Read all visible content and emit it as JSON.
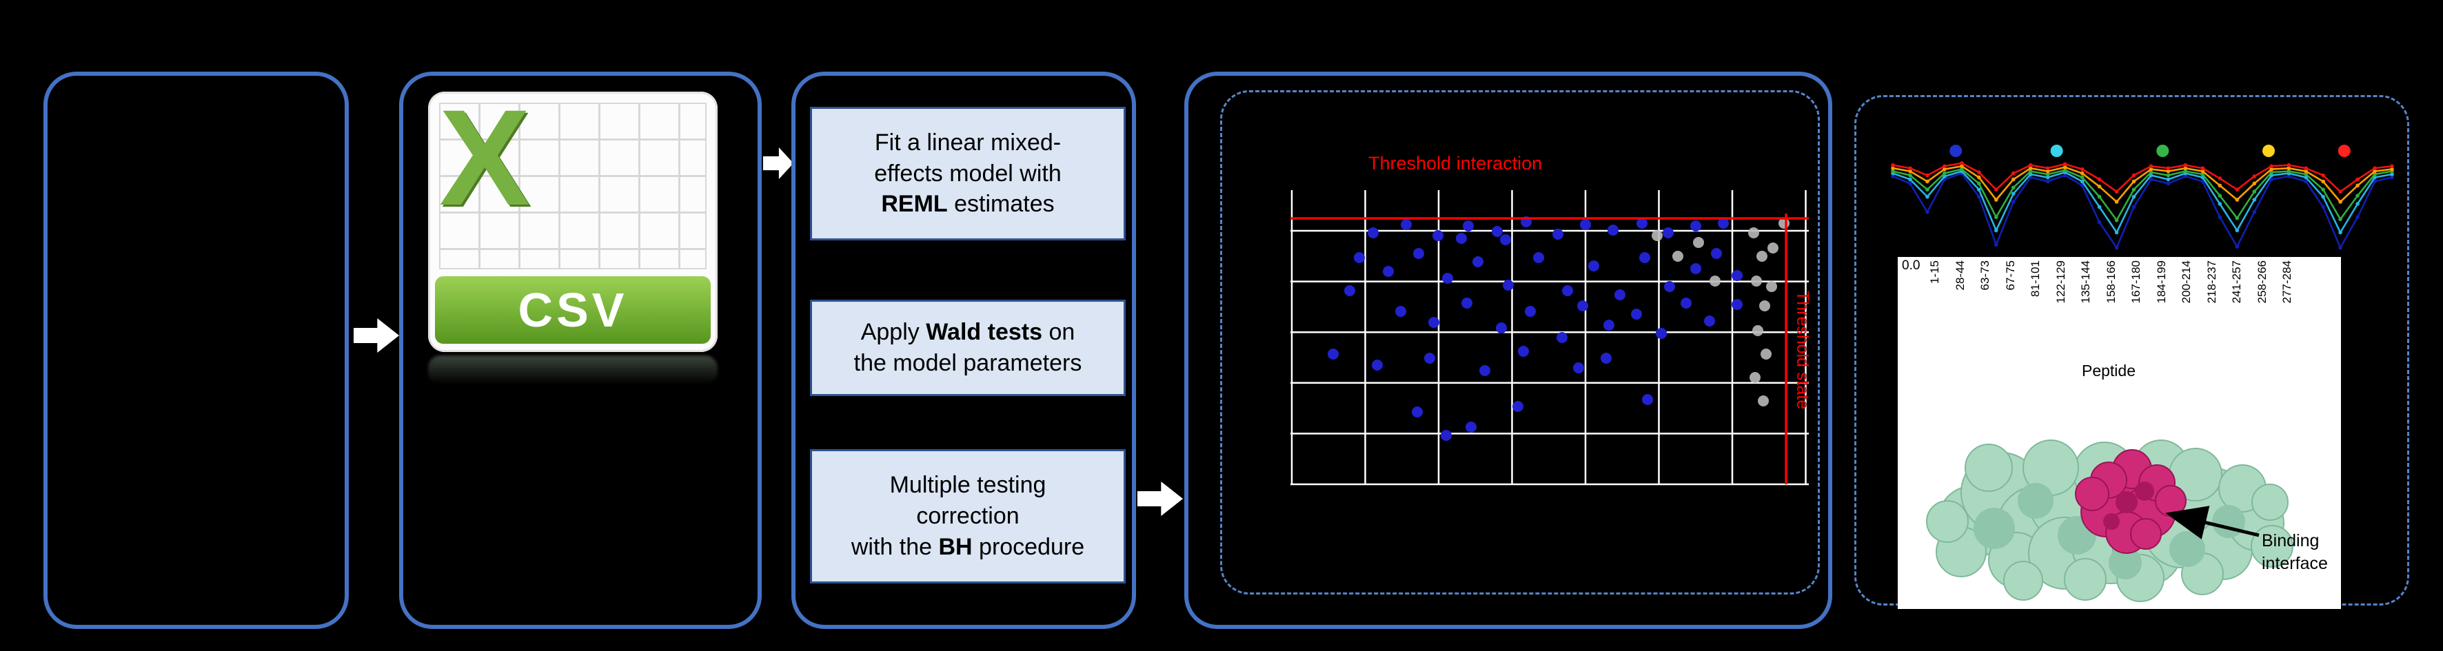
{
  "colors": {
    "panel_border": "#4472c4",
    "flow_box_fill": "#dbe5f3",
    "flow_box_border": "#2f528f",
    "threshold": "#ff0000",
    "scatter_point": "#2222d0",
    "scatter_gray": "#b9b9b9"
  },
  "icons": {
    "right_arrow": "white block arrow",
    "down_arrow": "blue block arrow",
    "csv_file": "spreadsheet file icon"
  },
  "csv": {
    "letter": "X",
    "label": "CSV"
  },
  "flow": {
    "step1": {
      "l1": "Fit a linear mixed-",
      "l2": "effects model with",
      "l3b": "REML",
      "l3": " estimates"
    },
    "step2": {
      "l1a": "Apply ",
      "l1b": "Wald tests",
      "l1c": " on",
      "l2": "the model parameters"
    },
    "step3": {
      "l1": "Multiple testing",
      "l2": "correction",
      "l3a": "with the ",
      "l3b": "BH",
      "l3c": " procedure"
    }
  },
  "scatter": {
    "type": "scatter",
    "title": "Threshold interaction",
    "side_label": "Threshold state",
    "point_color": "#2222d0",
    "gray_color": "#b9b9b9",
    "threshold_color": "#ff0000",
    "hline_y": 41,
    "vline_x": 719,
    "blue_points": [
      [
        120,
        62
      ],
      [
        168,
        50
      ],
      [
        214,
        66
      ],
      [
        258,
        52
      ],
      [
        300,
        60
      ],
      [
        342,
        46
      ],
      [
        388,
        64
      ],
      [
        428,
        50
      ],
      [
        468,
        58
      ],
      [
        510,
        48
      ],
      [
        548,
        62
      ],
      [
        588,
        52
      ],
      [
        628,
        48
      ],
      [
        248,
        70
      ],
      [
        312,
        72
      ],
      [
        100,
        98
      ],
      [
        142,
        118
      ],
      [
        186,
        92
      ],
      [
        228,
        128
      ],
      [
        272,
        104
      ],
      [
        316,
        138
      ],
      [
        360,
        98
      ],
      [
        402,
        146
      ],
      [
        440,
        110
      ],
      [
        478,
        152
      ],
      [
        514,
        98
      ],
      [
        550,
        140
      ],
      [
        588,
        114
      ],
      [
        618,
        92
      ],
      [
        648,
        124
      ],
      [
        86,
        146
      ],
      [
        160,
        176
      ],
      [
        208,
        192
      ],
      [
        256,
        164
      ],
      [
        306,
        200
      ],
      [
        348,
        176
      ],
      [
        394,
        214
      ],
      [
        424,
        168
      ],
      [
        462,
        196
      ],
      [
        502,
        180
      ],
      [
        538,
        208
      ],
      [
        574,
        164
      ],
      [
        608,
        190
      ],
      [
        648,
        166
      ],
      [
        126,
        254
      ],
      [
        202,
        244
      ],
      [
        282,
        262
      ],
      [
        338,
        234
      ],
      [
        418,
        258
      ],
      [
        458,
        244
      ],
      [
        62,
        238
      ],
      [
        184,
        322
      ],
      [
        262,
        344
      ],
      [
        330,
        314
      ],
      [
        518,
        304
      ],
      [
        226,
        356
      ]
    ],
    "gray_points": [
      [
        672,
        62
      ],
      [
        684,
        96
      ],
      [
        676,
        132
      ],
      [
        688,
        168
      ],
      [
        678,
        204
      ],
      [
        690,
        238
      ],
      [
        674,
        272
      ],
      [
        686,
        306
      ],
      [
        700,
        84
      ],
      [
        698,
        140
      ],
      [
        532,
        66
      ],
      [
        562,
        96
      ],
      [
        592,
        76
      ],
      [
        616,
        132
      ],
      [
        716,
        48
      ]
    ]
  },
  "profile_chart": {
    "type": "line",
    "ytick": "0.0",
    "xlabel": "Peptide",
    "xlabels": [
      "1-15",
      "28-44",
      "63-73",
      "67-75",
      "81-101",
      "122-129",
      "135-144",
      "158-166",
      "167-180",
      "184-199",
      "200-214",
      "218-237",
      "241-257",
      "258-266",
      "277-284"
    ],
    "dot_colors": [
      "#2033cc",
      "#39d2e8",
      "#36b548",
      "#ffd21c",
      "#ff2222"
    ],
    "dot_x": [
      0.13,
      0.33,
      0.54,
      0.75,
      0.9
    ],
    "series": [
      {
        "name": "series-blue",
        "color": "#101fb0",
        "values": [
          0.75,
          0.68,
          0.4,
          0.72,
          0.78,
          0.55,
          0.08,
          0.5,
          0.74,
          0.7,
          0.76,
          0.66,
          0.3,
          0.05,
          0.45,
          0.72,
          0.68,
          0.75,
          0.7,
          0.35,
          0.06,
          0.4,
          0.72,
          0.75,
          0.7,
          0.45,
          0.05,
          0.35,
          0.7,
          0.74
        ]
      },
      {
        "name": "series-cyan",
        "color": "#28b4e2",
        "values": [
          0.78,
          0.72,
          0.55,
          0.75,
          0.8,
          0.62,
          0.22,
          0.58,
          0.77,
          0.74,
          0.79,
          0.7,
          0.45,
          0.2,
          0.55,
          0.76,
          0.72,
          0.78,
          0.74,
          0.48,
          0.22,
          0.52,
          0.76,
          0.78,
          0.74,
          0.55,
          0.2,
          0.48,
          0.74,
          0.77
        ]
      },
      {
        "name": "series-green",
        "color": "#2fae3e",
        "values": [
          0.8,
          0.76,
          0.62,
          0.78,
          0.82,
          0.68,
          0.35,
          0.64,
          0.8,
          0.77,
          0.81,
          0.74,
          0.55,
          0.32,
          0.62,
          0.79,
          0.76,
          0.8,
          0.77,
          0.56,
          0.34,
          0.6,
          0.79,
          0.8,
          0.77,
          0.62,
          0.33,
          0.56,
          0.77,
          0.8
        ]
      },
      {
        "name": "series-orange",
        "color": "#ff9d00",
        "values": [
          0.83,
          0.8,
          0.7,
          0.82,
          0.85,
          0.74,
          0.52,
          0.72,
          0.83,
          0.8,
          0.84,
          0.78,
          0.65,
          0.5,
          0.7,
          0.82,
          0.8,
          0.83,
          0.8,
          0.66,
          0.52,
          0.68,
          0.82,
          0.83,
          0.8,
          0.7,
          0.5,
          0.66,
          0.8,
          0.82
        ]
      },
      {
        "name": "series-red",
        "color": "#ee1111",
        "values": [
          0.86,
          0.83,
          0.76,
          0.85,
          0.88,
          0.79,
          0.62,
          0.78,
          0.86,
          0.83,
          0.87,
          0.82,
          0.72,
          0.6,
          0.76,
          0.85,
          0.83,
          0.86,
          0.83,
          0.73,
          0.62,
          0.75,
          0.85,
          0.86,
          0.83,
          0.76,
          0.6,
          0.72,
          0.83,
          0.85
        ]
      }
    ]
  },
  "protein": {
    "l1": "Binding",
    "l2": "interface"
  }
}
